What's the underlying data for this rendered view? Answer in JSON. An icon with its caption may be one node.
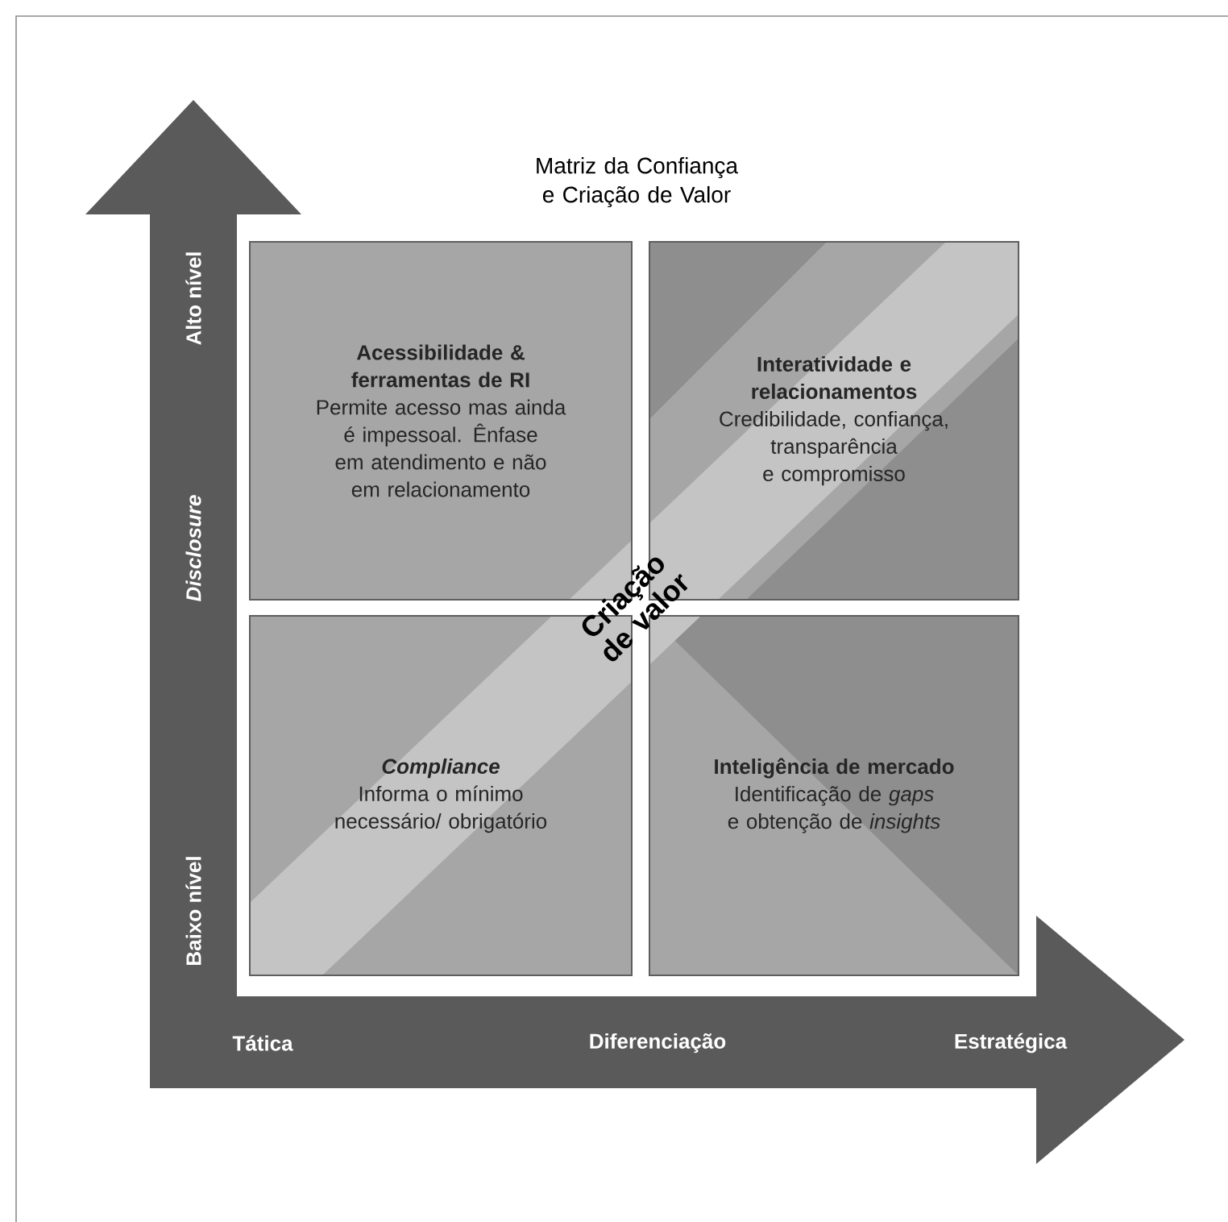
{
  "diagram": {
    "title": "Matriz da Confiança e Criação de Valor",
    "nodes": [
      {
        "text": [
          "Acessibilidade & ferramentas de RI",
          "Permite acesso mas ainda é impessoal. Ênfase em atendimento e não em relacionamento"
        ]
      },
      {
        "text": [
          "Interatividade e relacionamentos",
          "Credibilidade, confiança, transparência e compromisso"
        ]
      },
      {
        "text": [
          "Compliance",
          "Informa o mínimo necessário/ obrigatório"
        ]
      },
      {
        "text": [
          "Inteligência de mercado",
          "Identificação de *gaps* e obtenção de *insights*"
        ]
      }
    ],
    "labels": [
      "Alto nível",
      "Disclosure",
      "Baixo nível",
      "Criação de valor",
      "Tática",
      "Diferenciação",
      "Estratégica"
    ]
  }
}
